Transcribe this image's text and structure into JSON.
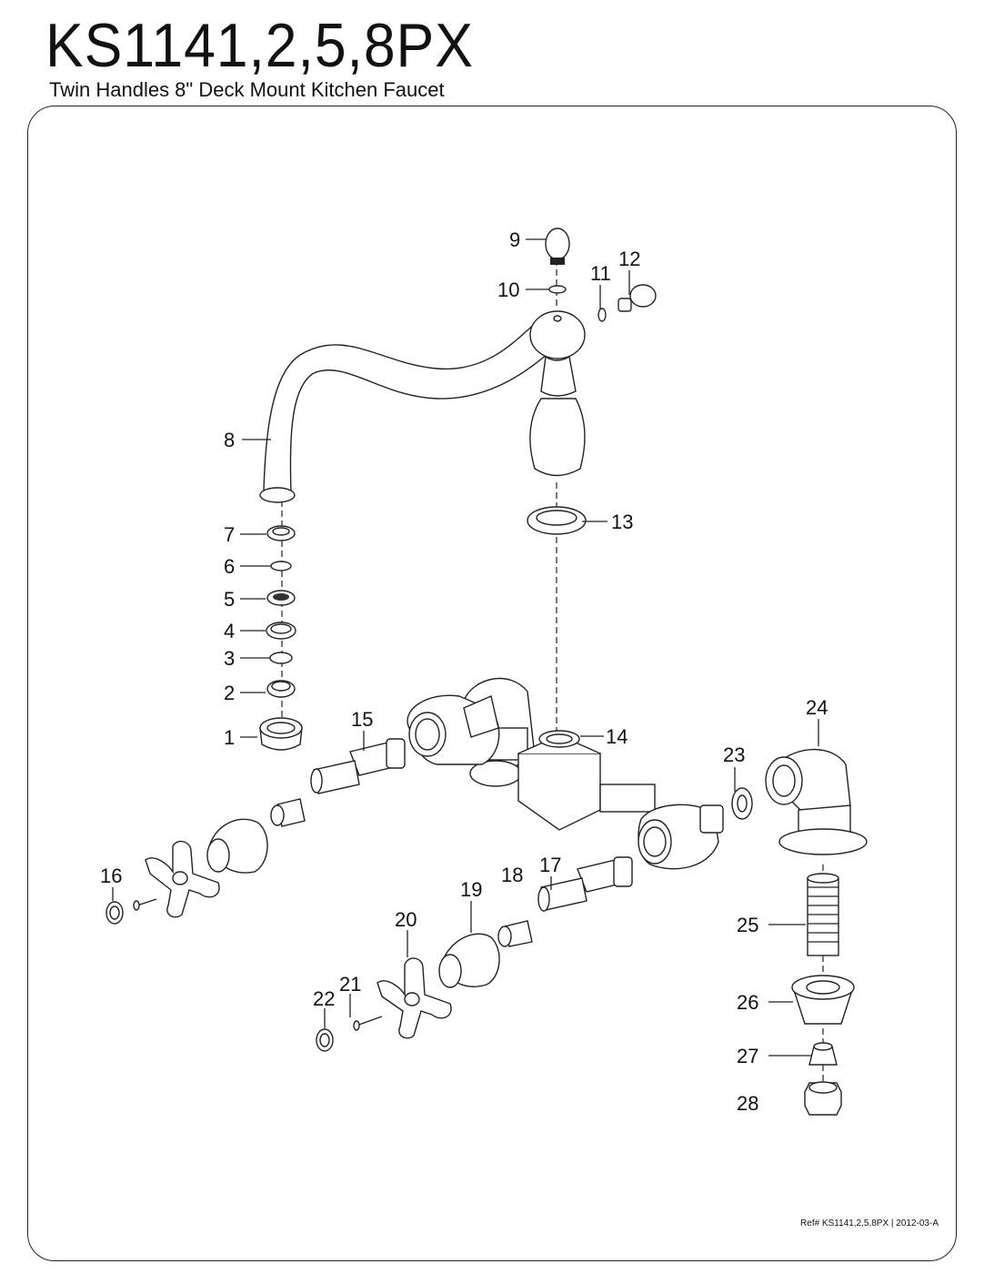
{
  "header": {
    "model": "KS1141,2,5,8PX",
    "description": "Twin Handles 8\" Deck Mount Kitchen Faucet"
  },
  "footer": {
    "reference": "Ref# KS1141,2,5,8PX | 2012-03-A"
  },
  "callouts": [
    "1",
    "2",
    "3",
    "4",
    "5",
    "6",
    "7",
    "8",
    "9",
    "10",
    "11",
    "12",
    "13",
    "14",
    "15",
    "16",
    "17",
    "18",
    "19",
    "20",
    "21",
    "22",
    "23",
    "24",
    "25",
    "26",
    "27",
    "28"
  ]
}
